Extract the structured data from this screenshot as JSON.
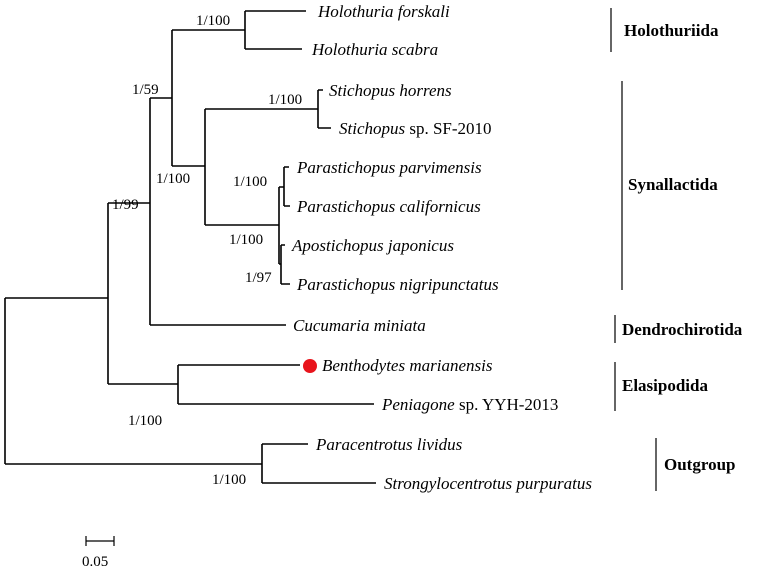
{
  "taxa": {
    "holothuria_forskali": "Holothuria forskali",
    "holothuria_scabra": "Holothuria scabra",
    "stichopus_horrens": "Stichopus horrens",
    "stichopus_sf_genus": "Stichopus",
    "stichopus_sf_rest": " sp. SF-2010",
    "parastichopus_parvimensis": "Parastichopus parvimensis",
    "parastichopus_californicus": "Parastichopus californicus",
    "apostichopus_japonicus": "Apostichopus japonicus",
    "parastichopus_nigripunctatus": "Parastichopus nigripunctatus",
    "cucumaria_miniata": "Cucumaria miniata",
    "benthodytes_marianensis": "Benthodytes marianensis",
    "peniagone_genus": "Peniagone",
    "peniagone_rest": " sp. YYH-2013",
    "paracentrotus_lividus": "Paracentrotus lividus",
    "strongylocentrotus_purpuratus": "Strongylocentrotus purpuratus"
  },
  "supports": {
    "holothuria": "1/100",
    "holo_synall": "1/59",
    "synallactida": "1/100",
    "stichopus": "1/100",
    "parastichopus_pair": "1/100",
    "parastichopus_clade": "1/100",
    "apostichopus_pair": "1/97",
    "ingroup_99": "1/99",
    "elasipodida": "1/100",
    "outgroup": "1/100"
  },
  "groups": {
    "holothuriida": "Holothuriida",
    "synallactida": "Synallactida",
    "dendrochirotida": "Dendrochirotida",
    "elasipodida": "Elasipodida",
    "outgroup": "Outgroup"
  },
  "scale_bar": {
    "label": "0.05"
  },
  "colors": {
    "marker": "#e8141c",
    "line": "#000000"
  }
}
